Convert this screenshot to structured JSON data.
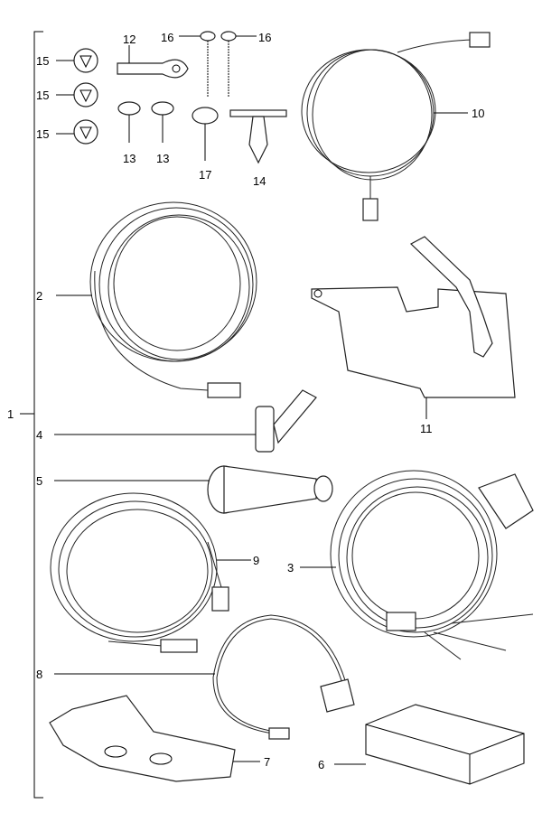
{
  "diagram": {
    "labels": {
      "l1": "1",
      "l2": "2",
      "l3": "3",
      "l4": "4",
      "l5": "5",
      "l6": "6",
      "l7": "7",
      "l8": "8",
      "l9": "9",
      "l10": "10",
      "l11": "11",
      "l12": "12",
      "l13a": "13",
      "l13b": "13",
      "l14": "14",
      "l15a": "15",
      "l15b": "15",
      "l15c": "15",
      "l16a": "16",
      "l16b": "16",
      "l17": "17"
    }
  }
}
